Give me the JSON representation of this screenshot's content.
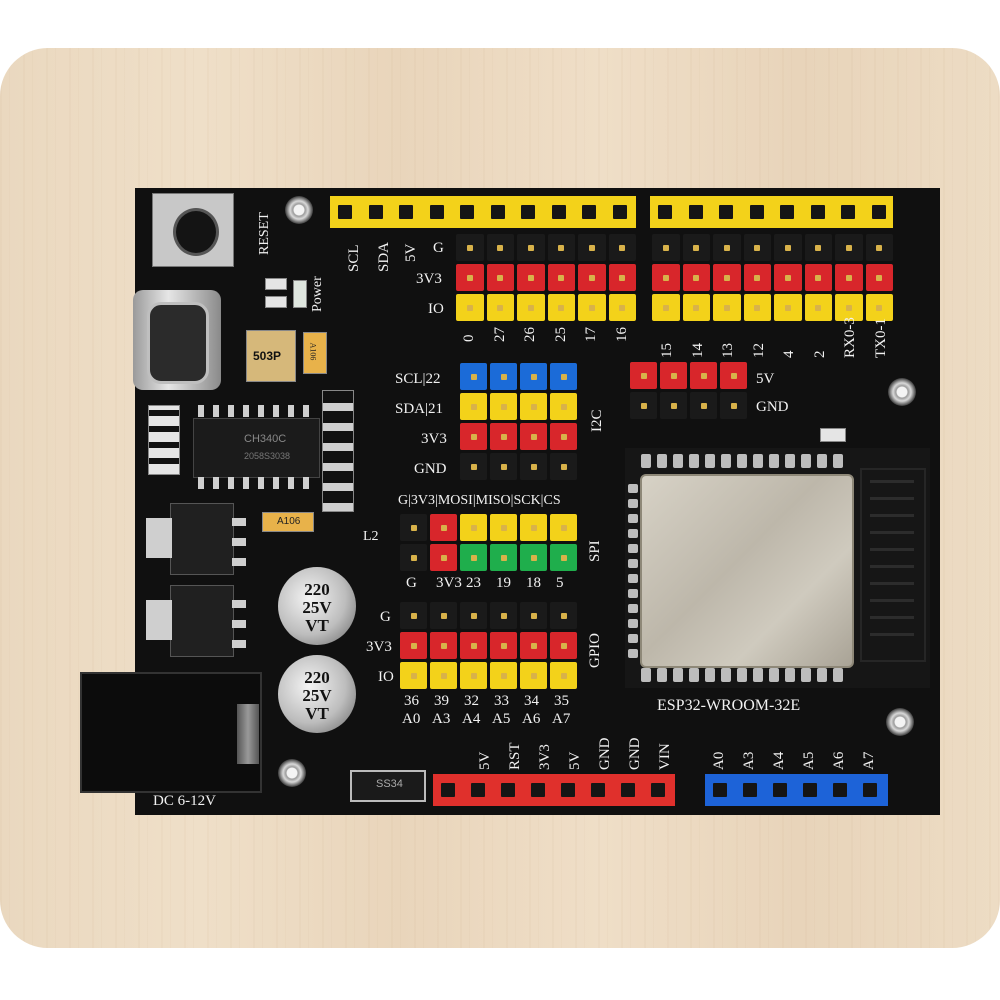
{
  "board": {
    "reset_label": "RESET",
    "power_label": "Power",
    "dc_label": "DC 6-12V",
    "inductor_label": "L2",
    "module_label": "ESP32-WROOM-32E",
    "chip_label": "CH340C",
    "chip_sub": "2058S3038",
    "fuse_label": "503P",
    "diode_label": "SS34",
    "smd_a106": "A106",
    "cap1": {
      "v1": "220",
      "v2": "25V",
      "v3": "VT"
    },
    "cap2": {
      "v1": "220",
      "v2": "25V",
      "v3": "VT"
    }
  },
  "top_header": {
    "side_labels": [
      "SCL",
      "SDA",
      "5V"
    ],
    "row_labels": [
      "G",
      "3V3",
      "IO"
    ],
    "left_pins": [
      "0",
      "27",
      "26",
      "25",
      "17",
      "16"
    ],
    "right_pins": [
      "15",
      "14",
      "13",
      "12",
      "4",
      "2",
      "RX0-3",
      "TX0-1"
    ]
  },
  "i2c": {
    "rows": [
      "SCL|22",
      "SDA|21",
      "3V3",
      "GND"
    ],
    "title": "I2C"
  },
  "power_pins": {
    "top": "5V",
    "bottom": "GND"
  },
  "spi": {
    "header": "G|3V3|MOSI|MISO|SCK|CS",
    "title": "SPI",
    "bottom": [
      "G",
      "3V3",
      "23",
      "19",
      "18",
      "5"
    ]
  },
  "gpio": {
    "title": "GPIO",
    "row_labels": [
      "G",
      "3V3",
      "IO"
    ],
    "pins": [
      "36",
      "39",
      "32",
      "33",
      "34",
      "35"
    ],
    "analog": [
      "A0",
      "A3",
      "A4",
      "A5",
      "A6",
      "A7"
    ]
  },
  "bottom_red": [
    "5V",
    "RST",
    "3V3",
    "5V",
    "GND",
    "GND",
    "VIN"
  ],
  "bottom_blue": [
    "A0",
    "A3",
    "A4",
    "A5",
    "A6",
    "A7"
  ],
  "colors": {
    "yellow": "#f3d21a",
    "red": "#d8262b",
    "black": "#1a1a1a",
    "blue": "#1b6bd8",
    "green": "#1fae4c",
    "bottom_red": "#e0302c",
    "bottom_blue": "#1d63d8"
  }
}
